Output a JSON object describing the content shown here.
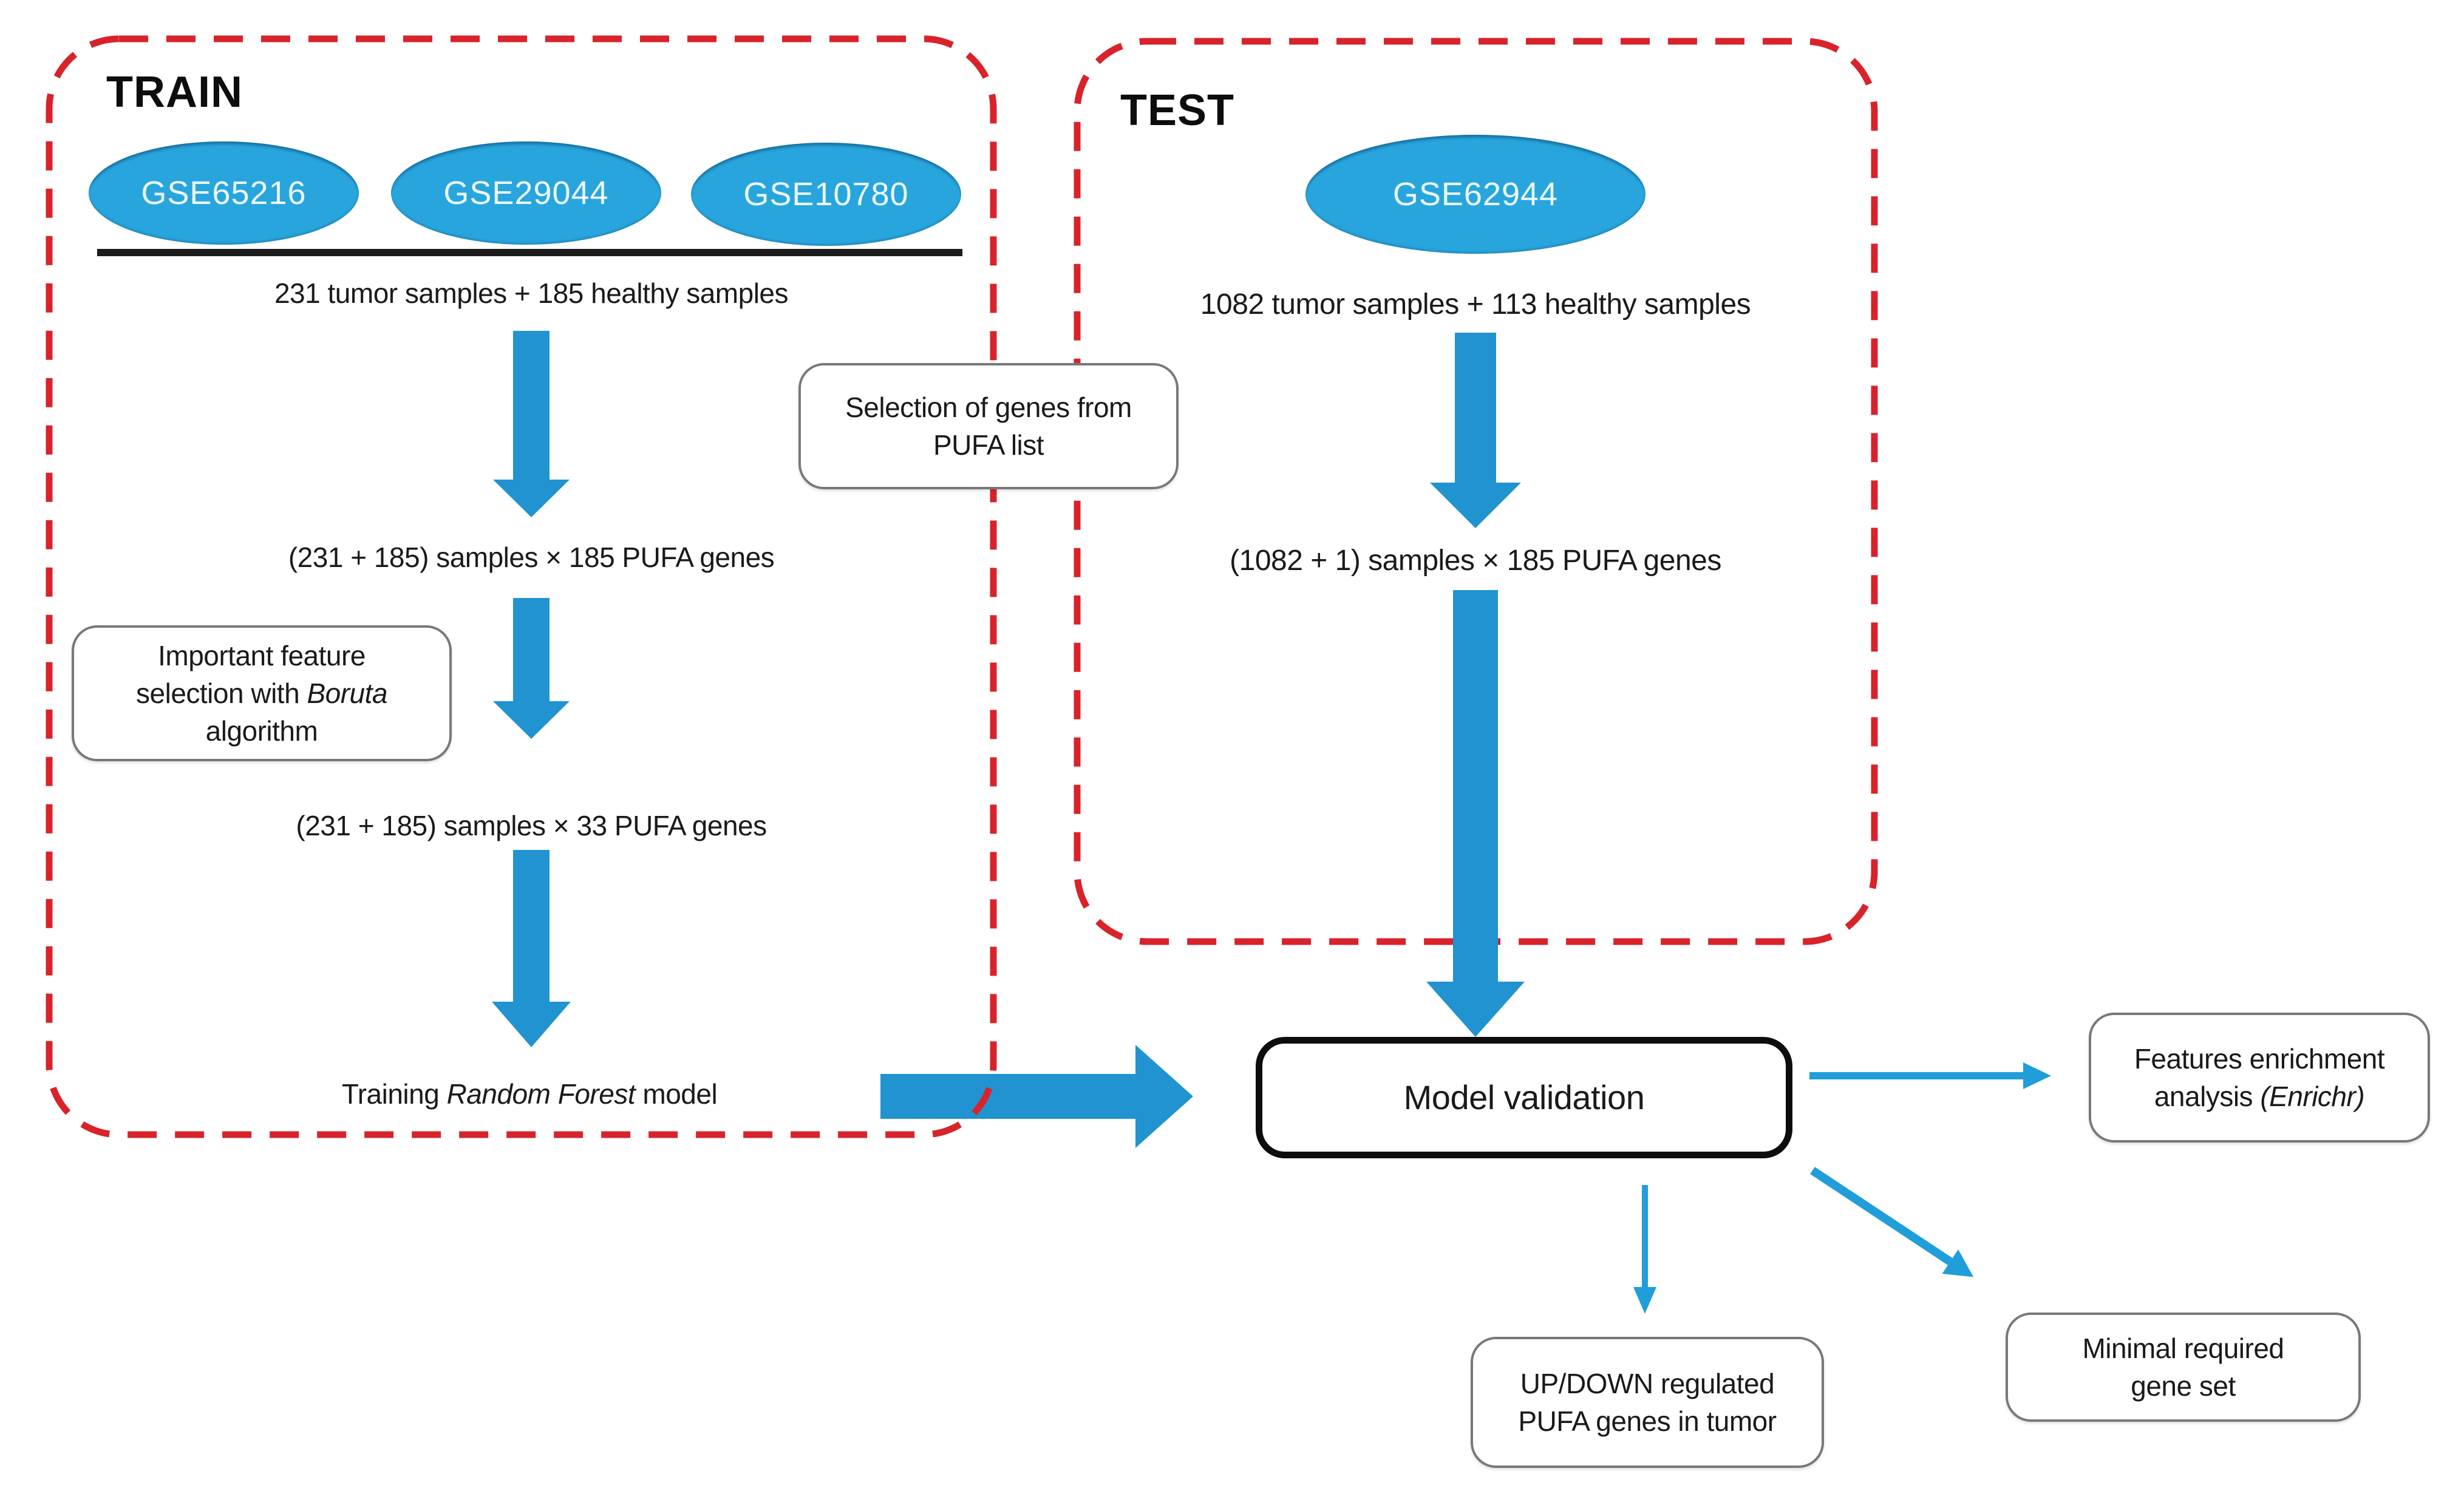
{
  "colors": {
    "ellipse_blue": "#29a5dd",
    "arrow_blue": "#2093d0",
    "thin_arrow_blue": "#1f9ed9",
    "dashed_red": "#d8232b",
    "box_border_gray": "#787878",
    "text_black": "#1a1a1a"
  },
  "train": {
    "label": "TRAIN",
    "datasets": [
      "GSE65216",
      "GSE29044",
      "GSE10780"
    ],
    "samples_text": "231 tumor samples + 185 healthy samples",
    "matrix_185_text": "(231 + 185) samples × 185 PUFA genes",
    "matrix_33_text": "(231 + 185) samples × 33 PUFA genes",
    "training_pre": "Training ",
    "training_italic": "Random Forest",
    "training_post": " model"
  },
  "test": {
    "label": "TEST",
    "dataset": "GSE62944",
    "samples_text": "1082 tumor samples + 113 healthy samples",
    "matrix_text": "(1082 + 1) samples × 185 PUFA genes"
  },
  "annotations": {
    "selection_line1": "Selection of genes from",
    "selection_line2": "PUFA list",
    "boruta_line1": "Important feature",
    "boruta_line2_pre": "selection with ",
    "boruta_line2_italic": "Boruta",
    "boruta_line3": "algorithm"
  },
  "validation": {
    "label": "Model validation"
  },
  "outputs": {
    "enrichment_line1": "Features enrichment",
    "enrichment_line2_pre": "analysis ",
    "enrichment_line2_italic": "(Enrichr)",
    "updown_line1": "UP/DOWN regulated",
    "updown_line2": "PUFA genes in tumor",
    "minimal_line1": "Minimal required",
    "minimal_line2": "gene set"
  }
}
